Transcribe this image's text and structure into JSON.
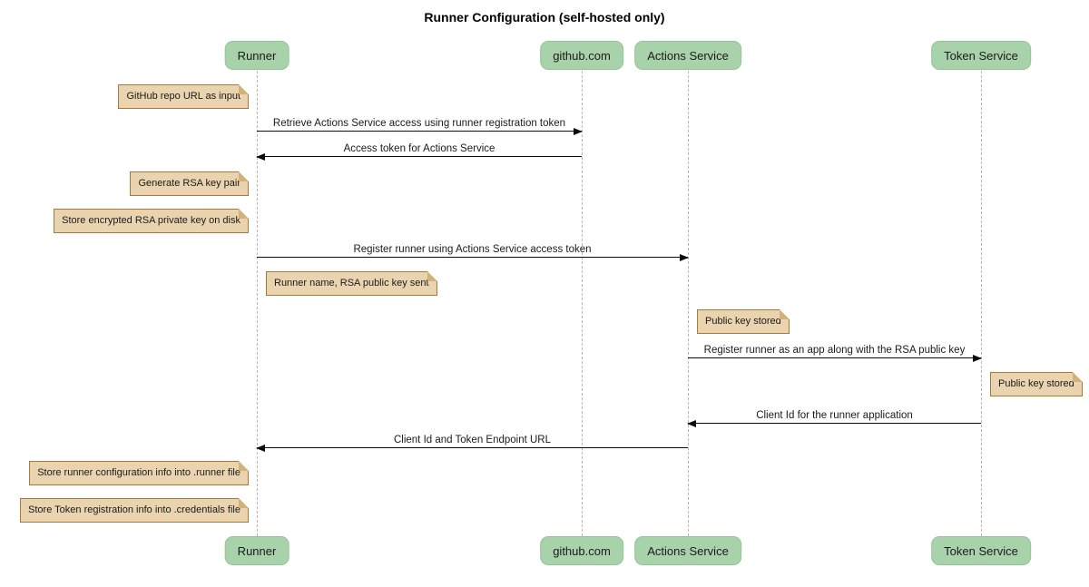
{
  "title": "Runner Configuration (self-hosted only)",
  "participants": [
    {
      "id": "runner",
      "label": "Runner"
    },
    {
      "id": "github",
      "label": "github.com"
    },
    {
      "id": "actions",
      "label": "Actions Service"
    },
    {
      "id": "token",
      "label": "Token Service"
    }
  ],
  "messages": [
    {
      "from": "runner",
      "to": "github",
      "direction": "right",
      "text": "Retrieve Actions Service access using runner registration token"
    },
    {
      "from": "github",
      "to": "runner",
      "direction": "left",
      "text": "Access token for Actions Service"
    },
    {
      "from": "runner",
      "to": "actions",
      "direction": "right",
      "text": "Register runner using Actions Service access token"
    },
    {
      "from": "actions",
      "to": "token",
      "direction": "right",
      "text": "Register runner as an app along with the RSA public key"
    },
    {
      "from": "token",
      "to": "actions",
      "direction": "left",
      "text": "Client Id for the runner application"
    },
    {
      "from": "actions",
      "to": "runner",
      "direction": "left",
      "text": "Client Id and Token Endpoint URL"
    }
  ],
  "notes": [
    {
      "position": "left of runner",
      "text": "GitHub repo URL as input"
    },
    {
      "position": "left of runner",
      "text": "Generate RSA key pair"
    },
    {
      "position": "left of runner",
      "text": "Store encrypted RSA private key on disk"
    },
    {
      "position": "right of runner",
      "text": "Runner name, RSA public key sent"
    },
    {
      "position": "right of actions",
      "text": "Public key stored"
    },
    {
      "position": "right of token",
      "text": "Public key stored"
    },
    {
      "position": "left of runner",
      "text": "Store runner configuration info into .runner file"
    },
    {
      "position": "left of runner",
      "text": "Store Token registration info into .credentials file"
    }
  ],
  "colors": {
    "participant_fill": "#a8d2aa",
    "participant_border": "#94c496",
    "note_fill": "#ead3af",
    "note_border": "#a5783c",
    "note_fold": "#d3b279",
    "lifeline": "#b9b9b9",
    "arrow": "#0d0d0d"
  }
}
